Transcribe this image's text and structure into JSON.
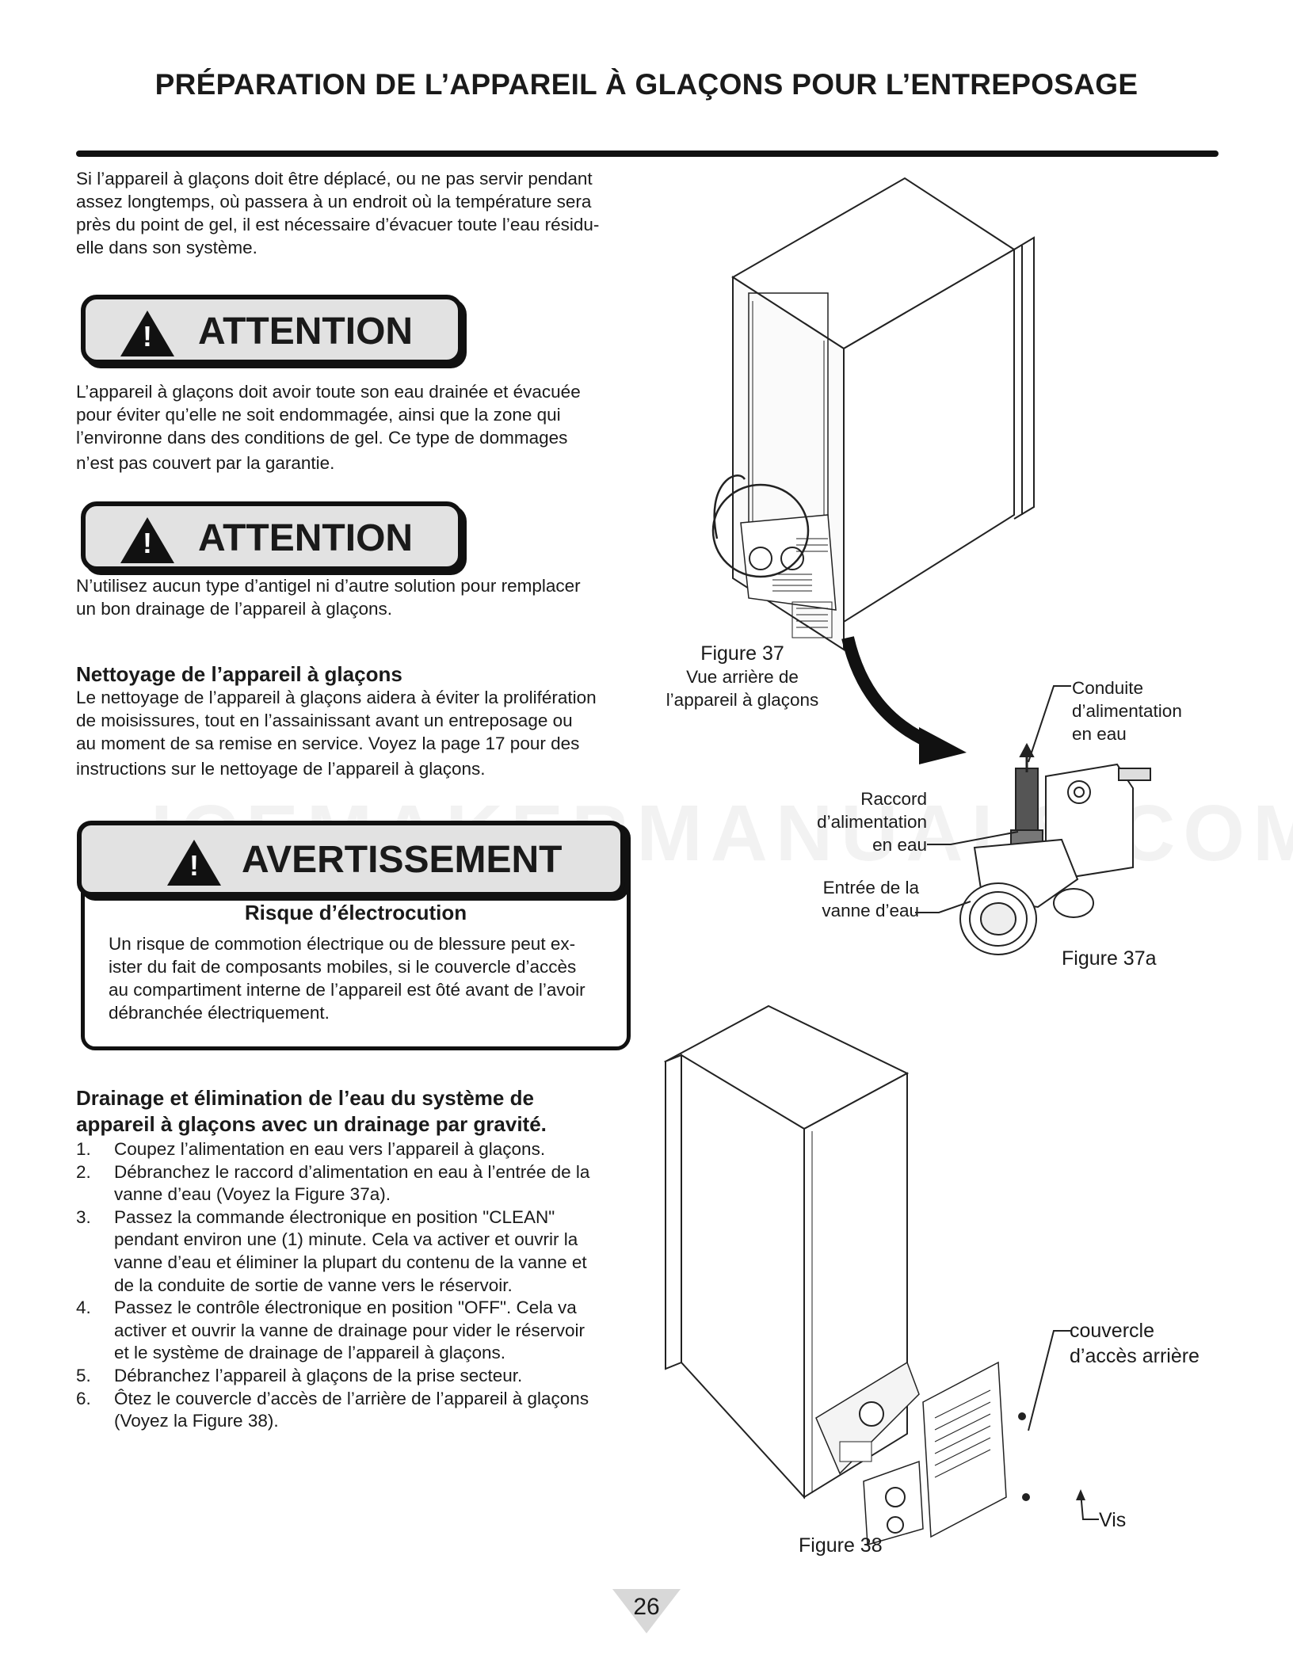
{
  "page": {
    "title": "PRÉPARATION DE L’APPAREIL À GLAÇONS POUR L’ENTREPOSAGE",
    "page_number": "26",
    "watermark": "ICEMAKERMANUALS.COM"
  },
  "intro": {
    "lines": [
      "Si l’appareil à glaçons doit être déplacé, ou ne pas servir pendant",
      "assez longtemps, où passera à un endroit où la température sera",
      "près du point de gel, il est nécessaire d’évacuer toute l’eau résidu-",
      "elle dans son système."
    ]
  },
  "attention1": {
    "label": "ATTENTION",
    "lines": [
      "L’appareil à glaçons doit avoir toute son eau drainée et évacuée",
      "pour éviter qu’elle ne soit endommagée, ainsi que la zone qui",
      "l’environne dans des conditions de gel. Ce type de dommages",
      "n’est pas couvert par la garantie."
    ]
  },
  "attention2": {
    "label": "ATTENTION",
    "lines": [
      "N’utilisez aucun type d’antigel ni d’autre solution pour remplacer",
      "un bon drainage de l’appareil à glaçons."
    ]
  },
  "cleaning": {
    "heading": "Nettoyage de l’appareil à glaçons",
    "lines": [
      "Le nettoyage de l’appareil à glaçons aidera à éviter la prolifération",
      "de moisissures, tout en l’assainissant avant un entreposage ou",
      "au moment de sa remise en service. Voyez la page 17 pour des",
      "instructions sur le nettoyage de l’appareil à glaçons."
    ]
  },
  "warning": {
    "label": "AVERTISSEMENT",
    "subtitle": "Risque d’électrocution",
    "lines": [
      "Un risque de commotion électrique ou de blessure peut ex-",
      "ister du fait de composants mobiles, si le couvercle d’accès",
      "au compartiment interne de l’appareil est ôté avant de l’avoir",
      "débranchée électriquement."
    ]
  },
  "drainage": {
    "heading_lines": [
      "Drainage et élimination de l’eau du système de",
      "appareil à glaçons avec un drainage par gravité."
    ],
    "steps": [
      {
        "num": "1.",
        "lines": [
          "Coupez l’alimentation en eau vers l’appareil à glaçons."
        ]
      },
      {
        "num": "2.",
        "lines": [
          "Débranchez le raccord d’alimentation en eau à l’entrée de la",
          "vanne d’eau (Voyez la Figure 37a)."
        ]
      },
      {
        "num": "3.",
        "lines": [
          "Passez la commande électronique en position \"CLEAN\"",
          "pendant environ une (1) minute. Cela va activer et ouvrir la",
          "vanne d’eau et éliminer la plupart du contenu de la vanne et",
          "de la conduite de sortie de vanne vers le réservoir."
        ]
      },
      {
        "num": "4.",
        "lines": [
          "Passez le contrôle électronique en position \"OFF\". Cela va",
          "activer et ouvrir la vanne de drainage pour vider le réservoir",
          "et le système de drainage de l’appareil à glaçons."
        ]
      },
      {
        "num": "5.",
        "lines": [
          "Débranchez l’appareil à glaçons de la prise secteur."
        ]
      },
      {
        "num": "6.",
        "lines": [
          "Ôtez le couvercle d’accès de l’arrière de l’appareil à glaçons",
          "(Voyez la Figure 38)."
        ]
      }
    ]
  },
  "figure37": {
    "caption_lines": [
      "Figure 37",
      "Vue arrière de",
      "l’appareil à glaçons"
    ]
  },
  "figure37a": {
    "caption": "Figure 37a",
    "callout_supply_line": [
      "Conduite",
      "d’alimentation",
      "en eau"
    ],
    "callout_fitting": [
      "Raccord",
      "d’alimentation",
      "en eau"
    ],
    "callout_inlet": [
      "Entrée de la",
      "vanne d’eau"
    ]
  },
  "figure38": {
    "caption": "Figure 38",
    "callout_cover": [
      "couvercle",
      "d’accès arrière"
    ],
    "callout_screw": "Vis"
  }
}
